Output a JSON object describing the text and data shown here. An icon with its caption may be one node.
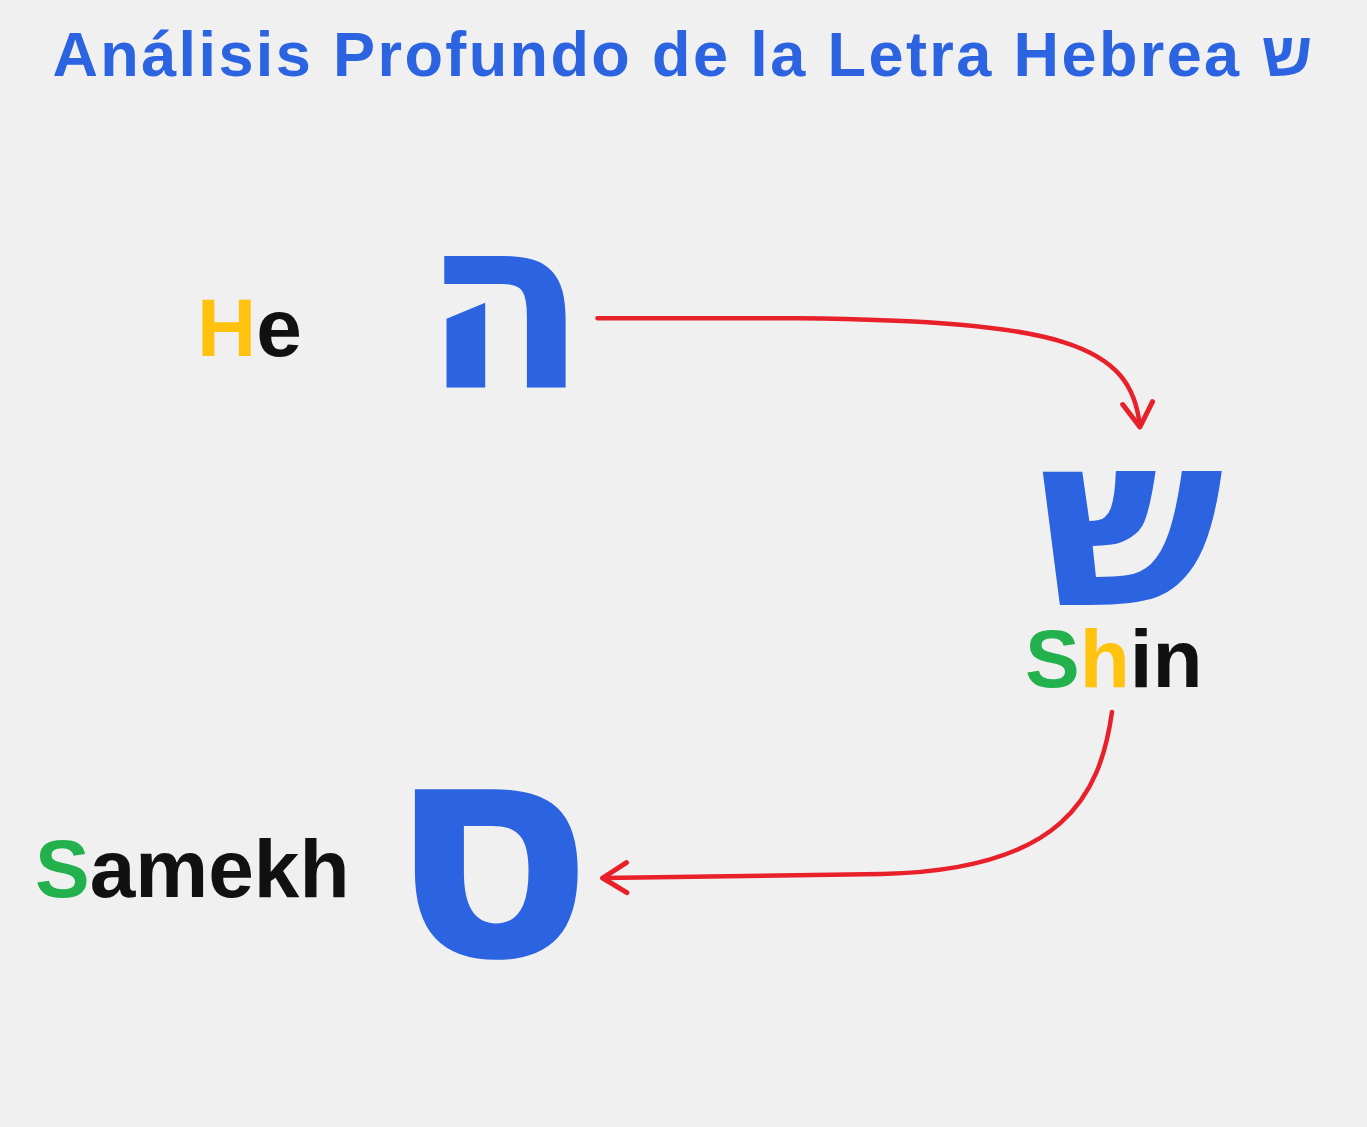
{
  "diagram": {
    "title": "Análisis Profundo de la Letra Hebrea ש",
    "nodes": [
      {
        "text": [
          "ה"
        ],
        "beside": [
          "He"
        ]
      },
      {
        "text": [
          "ש"
        ],
        "beside": [
          "Shin"
        ]
      },
      {
        "text": [
          "ס"
        ],
        "beside": [
          "Samekh"
        ]
      }
    ],
    "edges": [
      {
        "from": 0,
        "to": 1,
        "arrow": "to"
      },
      {
        "from": 1,
        "to": 2,
        "arrow": "to"
      }
    ]
  }
}
